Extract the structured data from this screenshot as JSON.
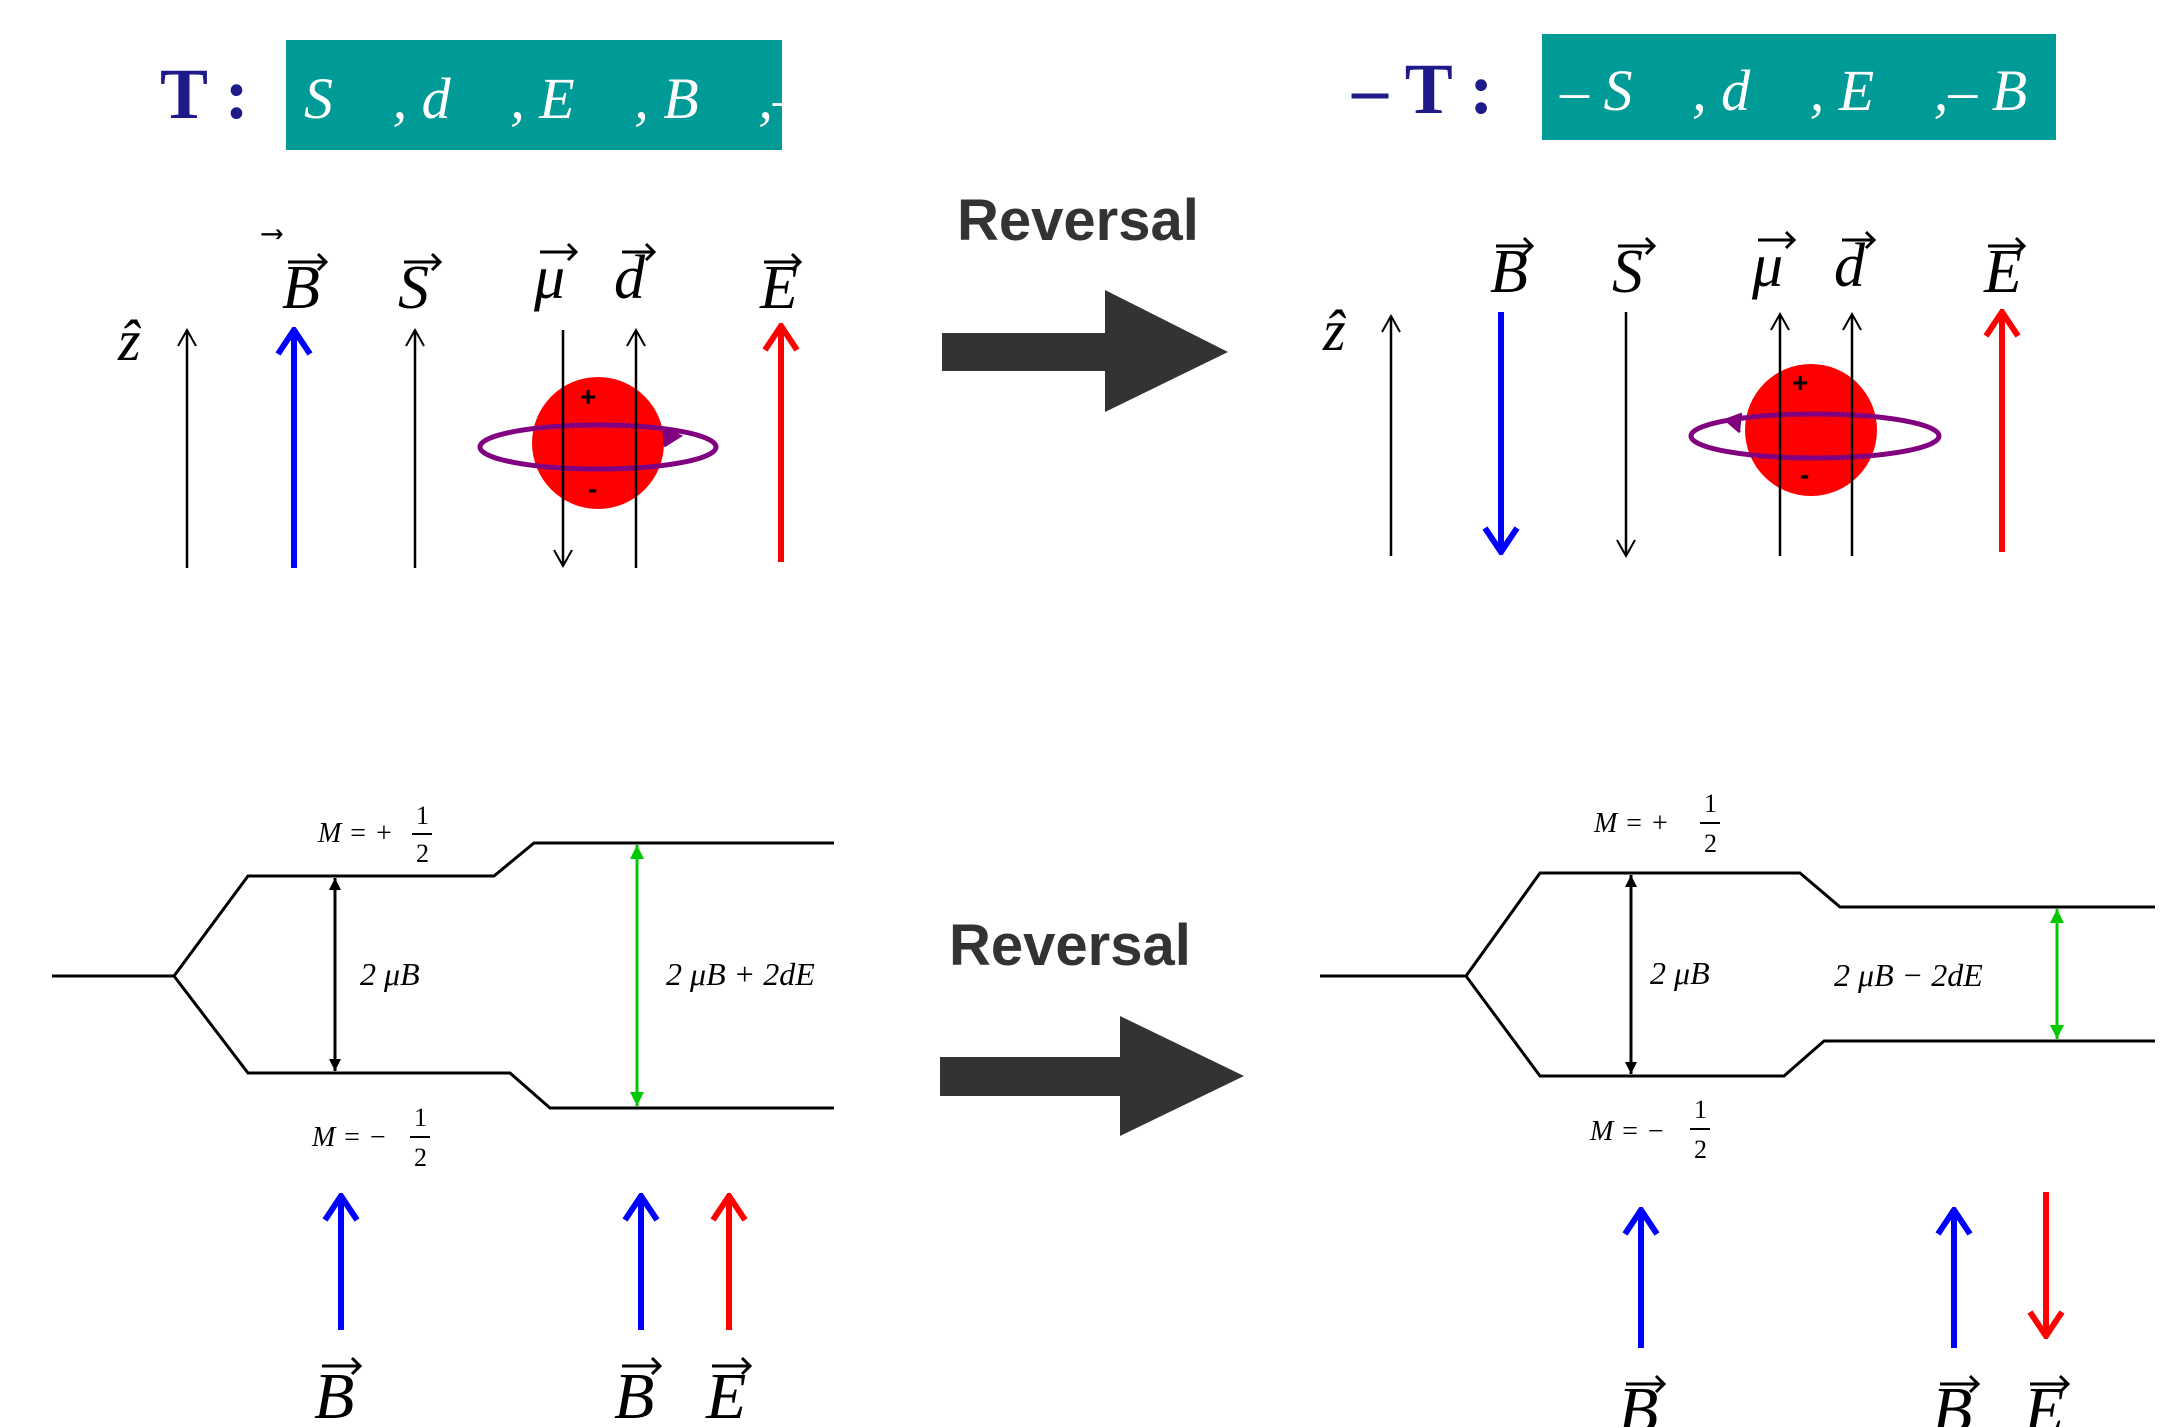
{
  "top_left": {
    "prefix": "T :",
    "box_text": "S⃗ , d⃗ , E⃗ , B⃗ ,– μ⃗",
    "labels": {
      "z": "ẑ",
      "B": "B",
      "S": "S",
      "mu": "μ",
      "d": "d",
      "E": "E"
    },
    "plus": "+",
    "minus": "-"
  },
  "top_right": {
    "prefix": "– T :",
    "box_text": "– S⃗ , d⃗ , E⃗ ,– B⃗ , μ⃗",
    "labels": {
      "z": "ẑ",
      "B": "B",
      "S": "S",
      "mu": "μ",
      "d": "d",
      "E": "E"
    },
    "plus": "+",
    "minus": "-"
  },
  "arrows": {
    "top_label": "Reversal",
    "bottom_label": "Reversal"
  },
  "bottom_left": {
    "m_plus": "M = +",
    "m_minus": "M = −",
    "half_num": "1",
    "half_den": "2",
    "split_label": "2 μB",
    "split_label_e": "2 μB + 2dE",
    "bottom_labels": {
      "B1": "B",
      "B2": "B",
      "E": "E"
    }
  },
  "bottom_right": {
    "m_plus": "M = +",
    "m_minus": "M = −",
    "half_num": "1",
    "half_den": "2",
    "split_label": "2 μB",
    "split_label_e": "2 μB − 2dE",
    "bottom_labels": {
      "B1": "B",
      "B2": "B",
      "E": "E"
    }
  },
  "colors": {
    "teal_box": "#009b96",
    "navy_text": "#1f1a8a",
    "blue": "#0000ff",
    "red": "#ff0000",
    "green": "#00c800",
    "purple": "#800080",
    "dark_arrow": "#333333"
  }
}
